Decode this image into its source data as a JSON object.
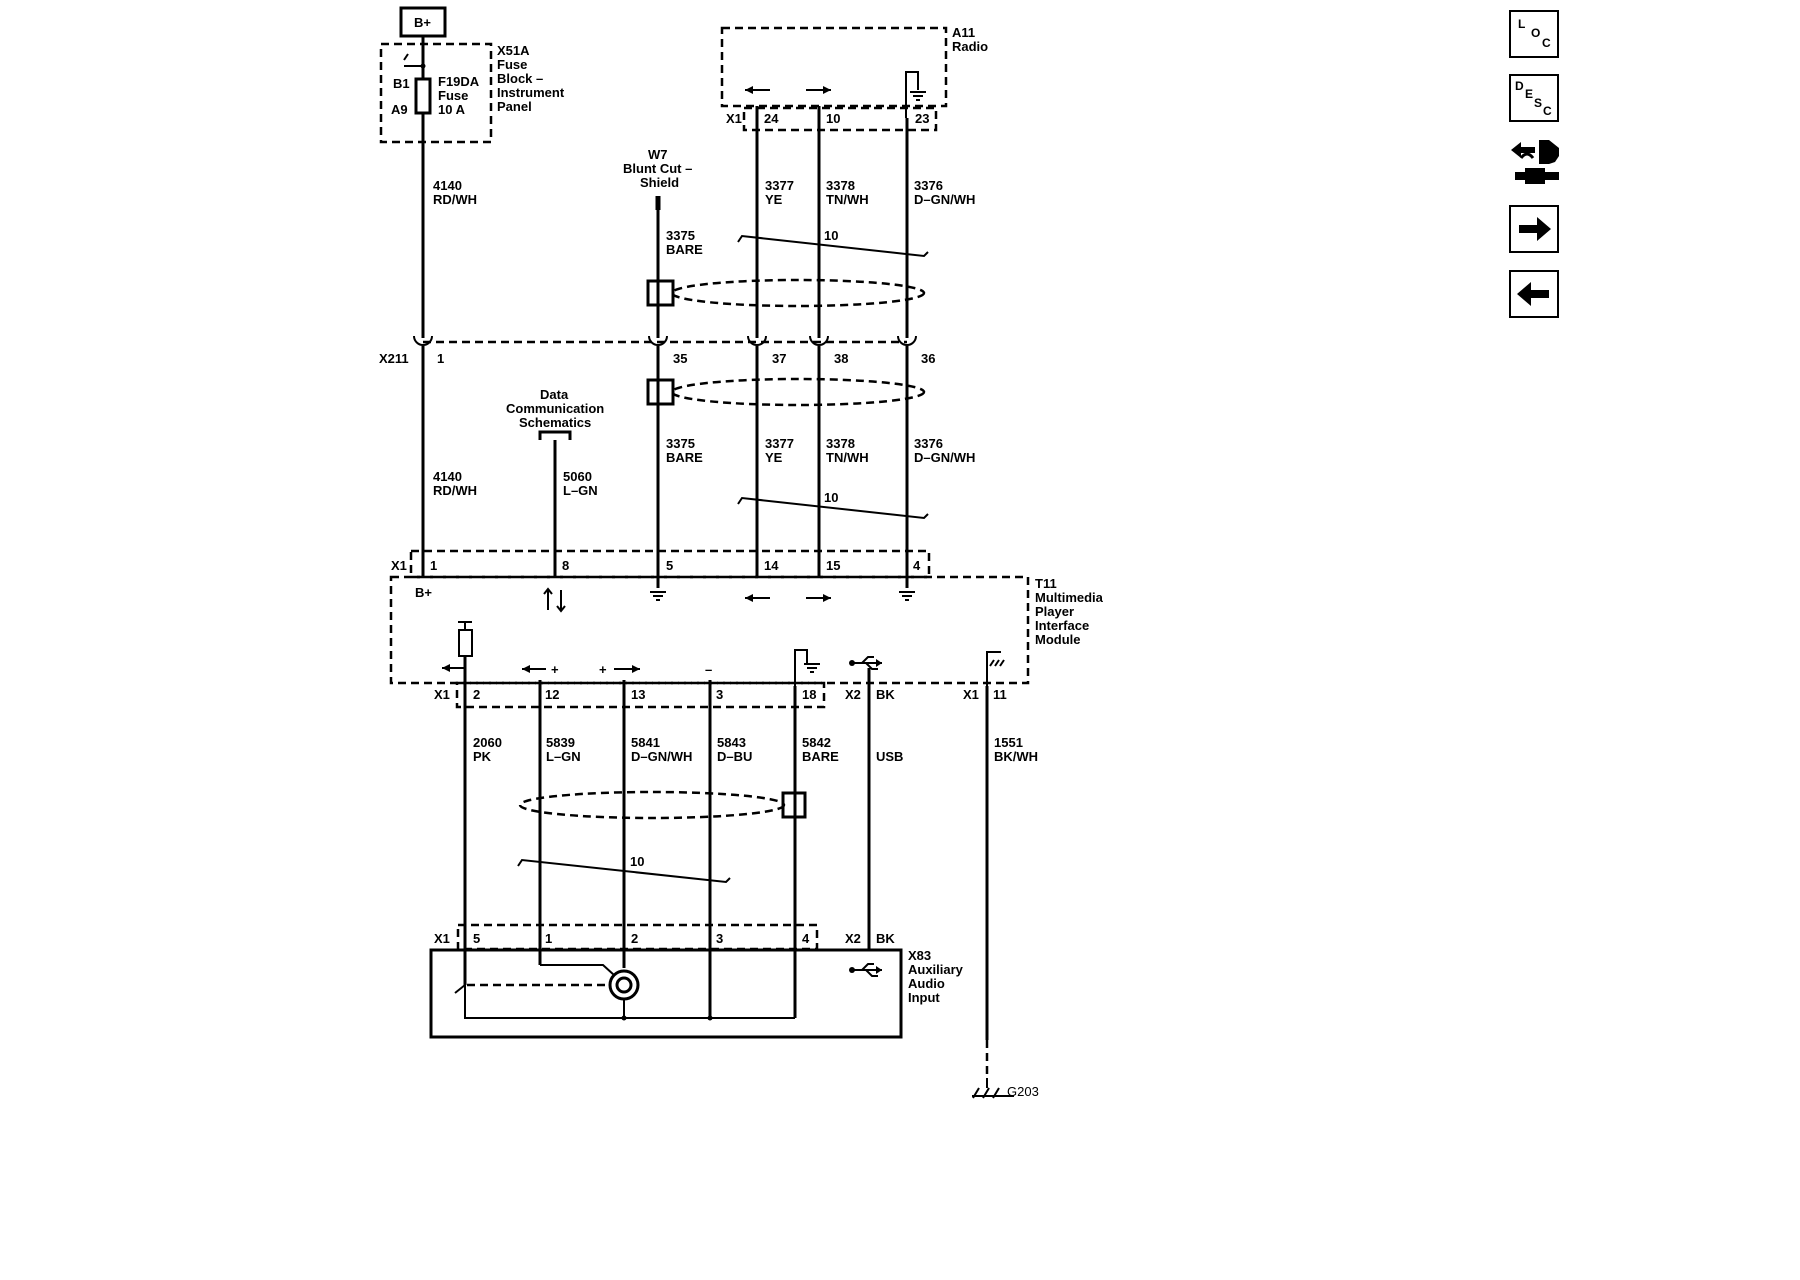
{
  "battery": "B+",
  "fuse_block": {
    "ref": "X51A",
    "lines": [
      "Fuse",
      "Block –",
      "Instrument",
      "Panel"
    ],
    "pin_in": "B1",
    "pin_out": "A9",
    "fuse_lines": [
      "F19DA",
      "Fuse",
      "10 A"
    ]
  },
  "radio": {
    "ref": "A11",
    "name": "Radio",
    "connector": "X1",
    "pins": [
      "24",
      "10",
      "23"
    ]
  },
  "shield": {
    "ref": "W7",
    "lines": [
      "Blunt Cut –",
      "Shield"
    ]
  },
  "inline_connector": {
    "ref": "X211",
    "pins": [
      "1",
      "35",
      "37",
      "38",
      "36"
    ]
  },
  "data_comm": {
    "lines": [
      "Data",
      "Communication",
      "Schematics"
    ]
  },
  "wires_upper": [
    {
      "circuit": "4140",
      "color": "RD/WH"
    },
    {
      "circuit": "3375",
      "color": "BARE"
    },
    {
      "circuit": "3377",
      "color": "YE"
    },
    {
      "circuit": "3378",
      "color": "TN/WH"
    },
    {
      "circuit": "3376",
      "color": "D–GN/WH"
    }
  ],
  "wires_middle": [
    {
      "circuit": "4140",
      "color": "RD/WH"
    },
    {
      "circuit": "5060",
      "color": "L–GN"
    },
    {
      "circuit": "3375",
      "color": "BARE"
    },
    {
      "circuit": "3377",
      "color": "YE"
    },
    {
      "circuit": "3378",
      "color": "TN/WH"
    },
    {
      "circuit": "3376",
      "color": "D–GN/WH"
    }
  ],
  "twist_label": "10",
  "module": {
    "ref": "T11",
    "lines": [
      "Multimedia",
      "Player",
      "Interface",
      "Module"
    ],
    "connector_x1": "X1",
    "connector_x2": "X2",
    "top_pins": [
      "1",
      "8",
      "5",
      "14",
      "15",
      "4"
    ],
    "bplus": "B+",
    "bottom_pins": [
      "2",
      "12",
      "13",
      "3",
      "18"
    ],
    "x2_pin": "BK",
    "x1_pin_11": "11"
  },
  "wires_lower": [
    {
      "circuit": "2060",
      "color": "PK"
    },
    {
      "circuit": "5839",
      "color": "L–GN"
    },
    {
      "circuit": "5841",
      "color": "D–GN/WH"
    },
    {
      "circuit": "5843",
      "color": "D–BU"
    },
    {
      "circuit": "5842",
      "color": "BARE"
    },
    {
      "circuit": "",
      "color": "USB"
    },
    {
      "circuit": "1551",
      "color": "BK/WH"
    }
  ],
  "aux_input": {
    "ref": "X83",
    "lines": [
      "Auxiliary",
      "Audio",
      "Input"
    ],
    "connector_x1": "X1",
    "connector_x2": "X2",
    "pins": [
      "5",
      "1",
      "2",
      "3",
      "4"
    ],
    "x2_pin": "BK"
  },
  "ground": {
    "ref": "G203"
  },
  "polarity": {
    "plus": "+",
    "minus": "–"
  },
  "nav": {
    "loc": [
      "L",
      "O",
      "C"
    ],
    "desc": [
      "D",
      "E",
      "S",
      "C"
    ]
  }
}
